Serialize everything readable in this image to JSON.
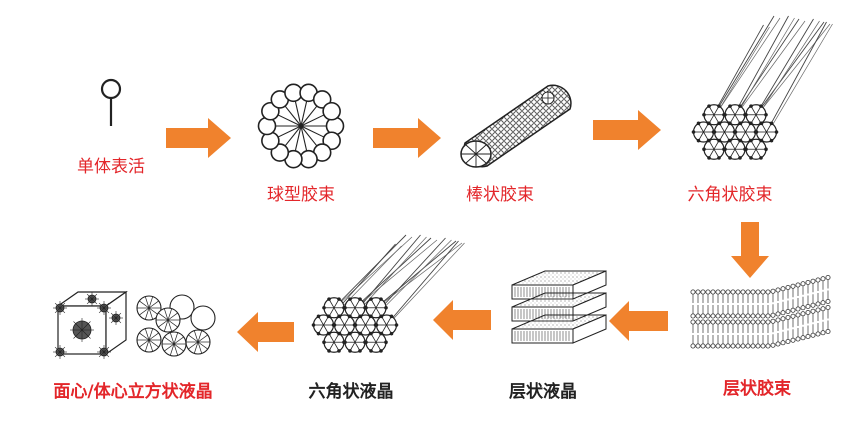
{
  "colors": {
    "arrow": "#f0822d",
    "red_label": "#e3262a",
    "dark_label": "#222222",
    "line": "#333333"
  },
  "stages": [
    {
      "label": "单体表活",
      "icon": "surfactant-monomer-icon"
    },
    {
      "label": "球型胶束",
      "icon": "spherical-micelle-icon"
    },
    {
      "label": "棒状胶束",
      "icon": "rod-micelle-icon"
    },
    {
      "label": "六角状胶束",
      "icon": "hexagonal-micelle-icon"
    },
    {
      "label": "层状胶束",
      "icon": "lamellar-micelle-icon"
    },
    {
      "label": "层状液晶",
      "icon": "lamellar-liquid-crystal-icon"
    },
    {
      "label": "六角状液晶",
      "icon": "hexagonal-liquid-crystal-icon"
    },
    {
      "label": "面心/体心立方状液晶",
      "icon": "cubic-liquid-crystal-icon"
    }
  ]
}
